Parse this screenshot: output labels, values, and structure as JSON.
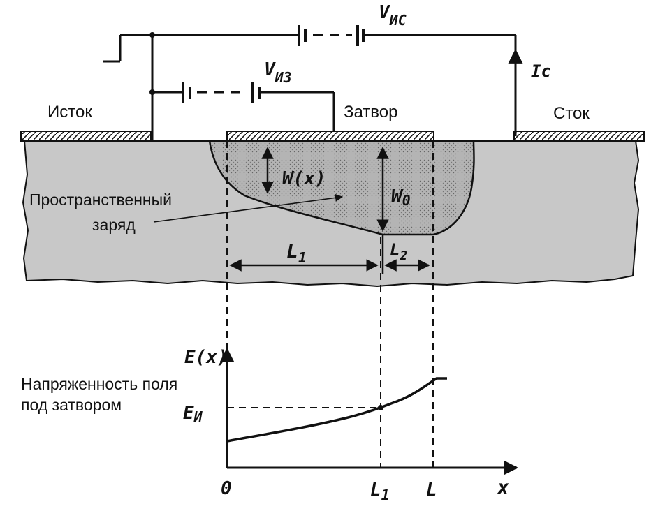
{
  "labels": {
    "source": "Исток",
    "gate": "Затвор",
    "drain": "Сток",
    "v_ds_main": "V",
    "v_ds_sub": "ИС",
    "v_gs_main": "V",
    "v_gs_sub": "ИЗ",
    "drain_current": "Ic",
    "depletion_width": "W(x)",
    "w0": "W",
    "w0_sub": "0",
    "space_charge_line1": "Пространственный",
    "space_charge_line2": "заряд",
    "l1": "L",
    "l1_sub": "1",
    "l2": "L",
    "l2_sub": "2"
  },
  "field_plot": {
    "y_label": "E(x)",
    "title_line1": "Напряженность поля",
    "title_line2": "под затвором",
    "e_marker": "E",
    "e_marker_sub": "И",
    "x_label": "x",
    "tick_origin": "0",
    "tick_l1": "L",
    "tick_l1_sub": "1",
    "tick_l": "L"
  },
  "colors": {
    "substrate": "#c8c8c8",
    "depletion": "#b4b4b4",
    "line": "#111111",
    "background": "#ffffff"
  }
}
